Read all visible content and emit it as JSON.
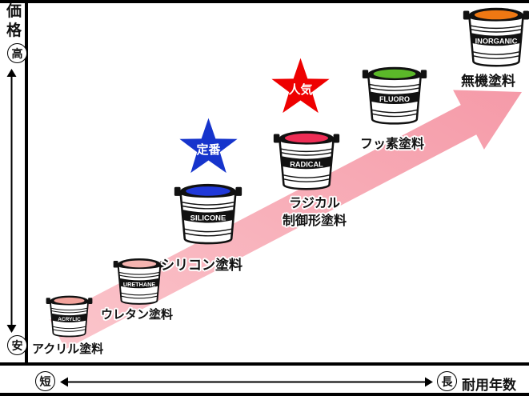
{
  "axes": {
    "price_label": "価格",
    "price_high": "高",
    "price_low": "安",
    "duration_short": "短",
    "duration_long": "長",
    "duration_label": "耐用年数"
  },
  "cans": [
    {
      "label": "ACRYLIC",
      "caption": "アクリル塗料",
      "paint_color": "#f2a29b"
    },
    {
      "label": "URETHANE",
      "caption": "ウレタン塗料",
      "paint_color": "#f5b4b0"
    },
    {
      "label": "SILICONE",
      "caption": "シリコン塗料",
      "paint_color": "#2038d8"
    },
    {
      "label": "RADICAL",
      "caption": "ラジカル",
      "caption2": "制御形塗料",
      "paint_color": "#ee2d55"
    },
    {
      "label": "FLUORO",
      "caption": "フッ素塗料",
      "paint_color": "#5bb829"
    },
    {
      "label": "INORGANIC",
      "caption": "無機塗料",
      "paint_color": "#ef7813"
    }
  ],
  "stars": [
    {
      "text": "定番",
      "color": "#1634cc"
    },
    {
      "text": "人気",
      "color": "#ee0000"
    }
  ],
  "arrow": {
    "from": "#fbc6cc",
    "to": "#f59aa8"
  }
}
